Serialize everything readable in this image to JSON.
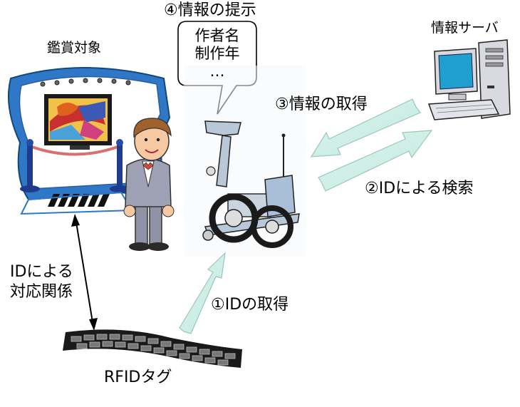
{
  "labels": {
    "exhibit": "鑑賞対象",
    "step4_title": "④情報の提示",
    "info_lines": [
      "作者名",
      "制作年",
      "…"
    ],
    "server": "情報サーバ",
    "step3": "③情報の取得",
    "step2": "②IDによる検索",
    "correspondence_line1": "IDによる",
    "correspondence_line2": "対応関係",
    "step1": "①IDの取得",
    "tag": "RFIDタグ"
  },
  "colors": {
    "arrow_fill": "#ccf0e8",
    "arrow_stroke": "#99c6bd",
    "exhibit_blue": "#2f78c8",
    "monitor_blue": "#20a0d0",
    "robot_frame": "#b8c8d8",
    "suit_gray": "#8f93a5"
  }
}
